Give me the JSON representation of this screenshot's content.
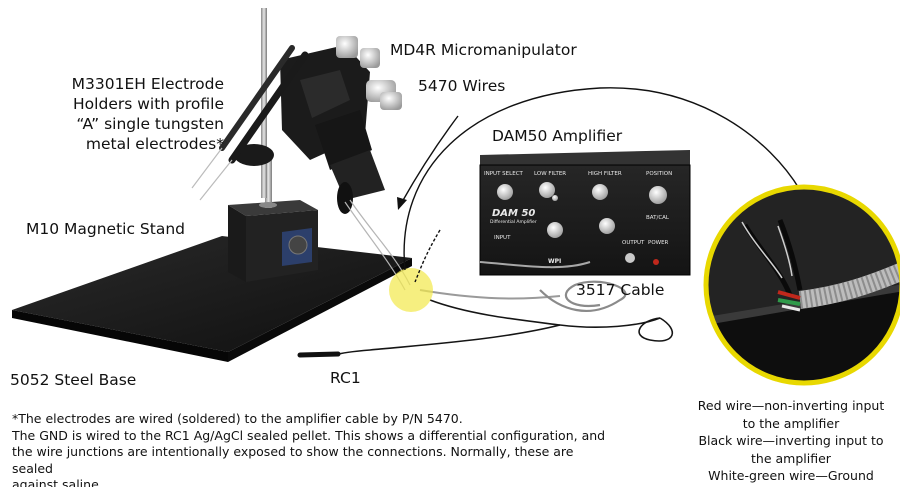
{
  "labels": {
    "micromanipulator": "MD4R Micromanipulator",
    "electrode_holders": [
      "M3301EH Electrode",
      "Holders with profile",
      "“A” single tungsten",
      "metal electrodes*"
    ],
    "wires": "5470 Wires",
    "amplifier": "DAM50 Amplifier",
    "magnetic_stand": "M10 Magnetic Stand",
    "cable": "3517 Cable",
    "steel_base": "5052 Steel Base",
    "reference": "RC1"
  },
  "footnote": [
    "*The electrodes are wired (soldered) to the amplifier cable by P/N 5470.",
    "The GND is wired to the RC1 Ag/AgCl sealed pellet. This shows a differential configuration, and",
    "the wire junctions are intentionally exposed to show the connections. Normally, these are sealed",
    "against saline."
  ],
  "wire_legend": [
    "Red wire—non-inverting input",
    "to the amplifier",
    "Black wire—inverting input to",
    "the amplifier",
    "White-green wire—Ground"
  ],
  "amplifier_panel": {
    "model": "DAM 50",
    "subtitle": "Differential Amplifier",
    "sections": [
      "INPUT SELECT",
      "LOW FILTER",
      "HIGH FILTER",
      "POSITION",
      "INPUT",
      "OUTPUT",
      "POWER",
      "BAT/CAL"
    ],
    "brand": "WPI"
  },
  "colors": {
    "highlight": "#f2e84a",
    "highlight_ring": "#e8d800",
    "amplifier_body": "#1c1c1c",
    "base_plate": "#151515",
    "wire_red": "#c0281c",
    "wire_green": "#2f9a4a"
  }
}
